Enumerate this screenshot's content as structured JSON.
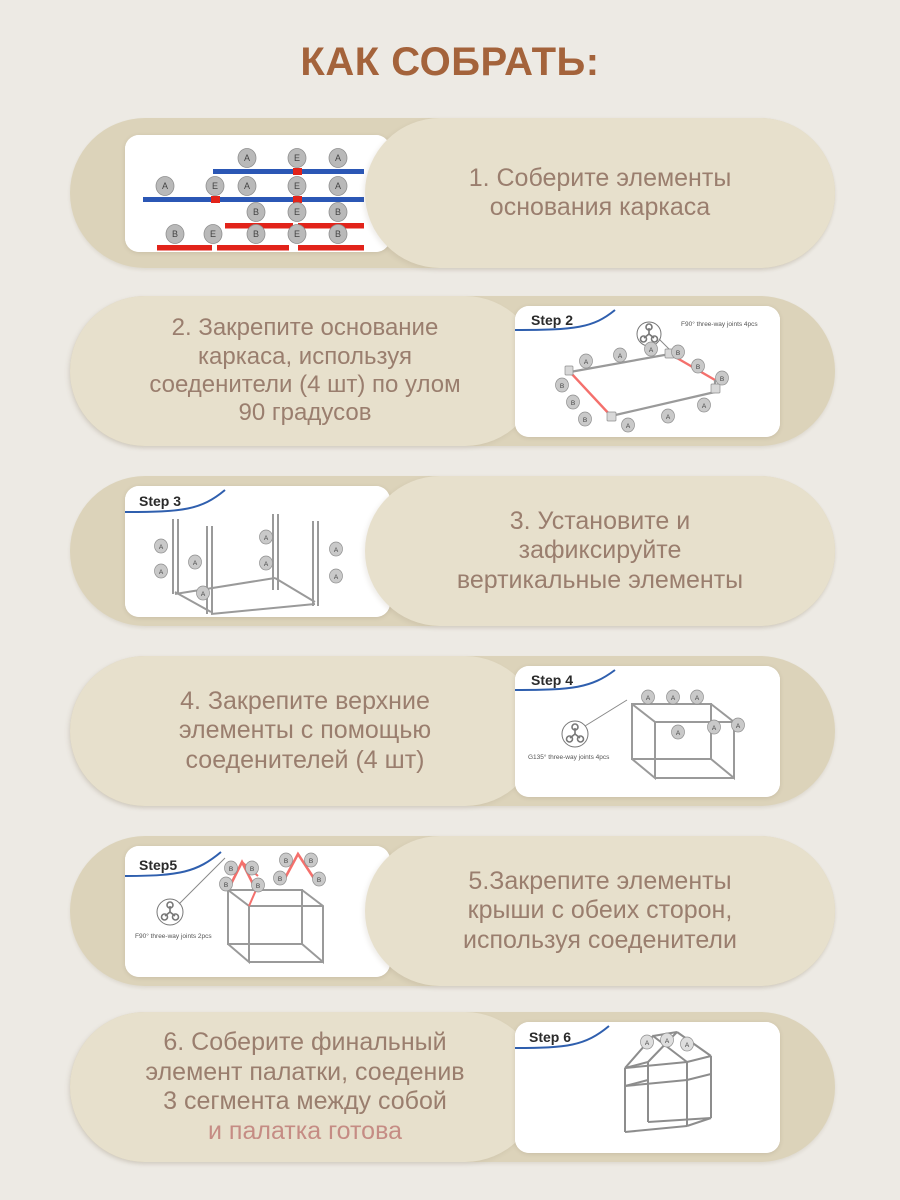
{
  "header": {
    "title": "КАК СОБРАТЬ:"
  },
  "colors": {
    "background": "#EDEAE4",
    "pill_back": "#DCD3BA",
    "pill_text": "#E7E0CC",
    "title_brown": "#A4633B",
    "body_text": "#9A7E6E",
    "highlight_pink": "#C58C84",
    "card_white": "#FFFFFF",
    "rod_blue": "#2B57B5",
    "rod_red": "#E2231A",
    "diagram_line": "#8c8c8c",
    "diagram_accent_red": "#F4706C",
    "step_underline_blue": "#2F5FAE"
  },
  "steps": [
    {
      "number": "1.",
      "text": "1.  Соберите элементы\nоснования каркаса",
      "layout": "image-left",
      "diagram": {
        "name": "rod-segments-diagram",
        "step_label": "",
        "rows": [
          {
            "color": "blue",
            "labels": [
              "A",
              "E",
              "A"
            ]
          },
          {
            "color": "blue",
            "labels": [
              "A",
              "E",
              "A",
              "E",
              "A"
            ]
          },
          {
            "color": "red",
            "labels": [
              "B",
              "E",
              "B"
            ]
          },
          {
            "color": "red",
            "labels": [
              "B",
              "E",
              "B",
              "E",
              "B"
            ]
          }
        ]
      }
    },
    {
      "number": "2.",
      "text": "2. Закрепите основание\nкаркаса, используя\nсоеденители (4 шт) по улом\n90 градусов",
      "layout": "image-right",
      "diagram": {
        "name": "base-frame-diagram",
        "step_label": "Step 2",
        "joint_note": "F90° three-way joints 4pcs",
        "joint_labels": [
          "A",
          "A",
          "A",
          "B",
          "B",
          "B",
          "B",
          "B",
          "A",
          "A",
          "A"
        ]
      }
    },
    {
      "number": "3.",
      "text": "3. Установите и\nзафиксируйте\nвертикальные элементы",
      "layout": "image-left",
      "diagram": {
        "name": "vertical-posts-diagram",
        "step_label": "Step 3",
        "joint_note": "",
        "joint_labels": [
          "A",
          "A",
          "A",
          "A",
          "A",
          "A",
          "A"
        ]
      }
    },
    {
      "number": "4.",
      "text": "4. Закрепите верхние\nэлементы с помощью\nсоеденителей (4 шт)",
      "layout": "image-right",
      "diagram": {
        "name": "top-rails-diagram",
        "step_label": "Step 4",
        "joint_note": "G135° three-way joints 4pcs",
        "joint_labels": [
          "A",
          "A",
          "A",
          "A",
          "A",
          "A"
        ]
      }
    },
    {
      "number": "5.",
      "text": "5.Закрепите элементы\nкрыши с обеих сторон,\nиспользуя соеденители",
      "layout": "image-left",
      "diagram": {
        "name": "roof-peaks-diagram",
        "step_label": "Step5",
        "joint_note": "F90° three-way joints 2pcs",
        "joint_labels": [
          "B",
          "B",
          "B",
          "B",
          "B",
          "B",
          "B",
          "B"
        ]
      }
    },
    {
      "number": "6.",
      "text": "6. Соберите финальный\nэлемент палатки, соеденив\n3 сегмента между собой",
      "highlight": "и палатка готова",
      "layout": "image-right",
      "diagram": {
        "name": "finished-tent-diagram",
        "step_label": "Step 6",
        "joint_note": "",
        "joint_labels": [
          "A",
          "A",
          "A"
        ]
      }
    }
  ]
}
